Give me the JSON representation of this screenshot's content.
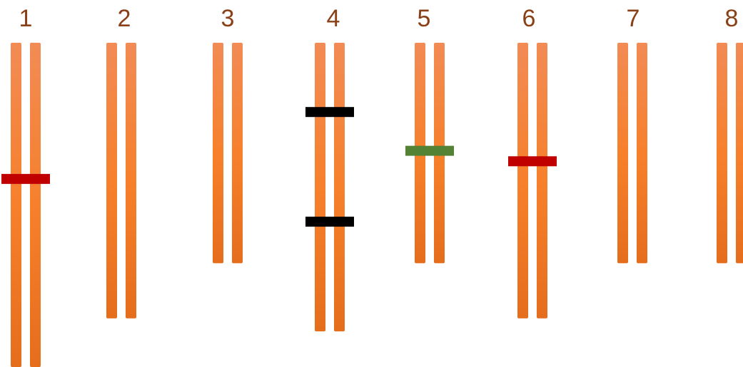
{
  "colors": {
    "label": "#8a4016",
    "strand_top": "#f28b55",
    "strand_mid": "#f6802b",
    "strand_bottom": "#e46e1c",
    "marker_red": "#c00000",
    "marker_black": "#000000",
    "marker_green": "#548235"
  },
  "chromosomes": [
    {
      "label": "1",
      "relative_length": 1.0,
      "markers": [
        {
          "color": "marker_red",
          "position": 0.42
        }
      ]
    },
    {
      "label": "2",
      "relative_length": 0.85,
      "markers": []
    },
    {
      "label": "3",
      "relative_length": 0.68,
      "markers": []
    },
    {
      "label": "4",
      "relative_length": 0.89,
      "markers": [
        {
          "color": "marker_black",
          "position": 0.24
        },
        {
          "color": "marker_black",
          "position": 0.62
        }
      ]
    },
    {
      "label": "5",
      "relative_length": 0.68,
      "markers": [
        {
          "color": "marker_green",
          "position": 0.49
        }
      ]
    },
    {
      "label": "6",
      "relative_length": 0.85,
      "markers": [
        {
          "color": "marker_red",
          "position": 0.43
        }
      ]
    },
    {
      "label": "7",
      "relative_length": 0.68,
      "markers": []
    },
    {
      "label": "8",
      "relative_length": 0.68,
      "markers": []
    }
  ]
}
